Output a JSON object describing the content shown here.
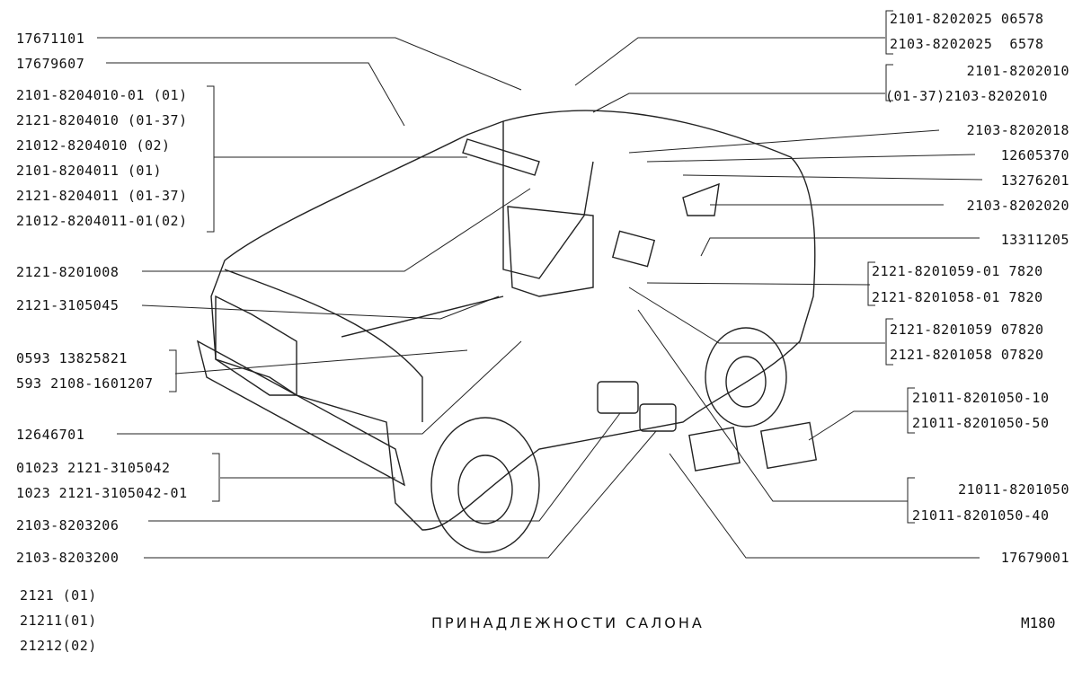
{
  "labels_left": [
    "17671101",
    "17679607",
    "2101-8204010-01 (01)",
    "2121-8204010 (01-37)",
    "21012-8204010 (02)",
    "2101-8204011 (01)",
    "2121-8204011 (01-37)",
    "21012-8204011-01(02)",
    "2121-8201008",
    "2121-3105045",
    "0593 13825821",
    "593 2108-1601207",
    "12646701",
    "01023 2121-3105042",
    "1023 2121-3105042-01",
    "2103-8203206",
    "2103-8203200"
  ],
  "labels_right": [
    "2101-8202025 06578",
    "2103-8202025  6578",
    "2101-8202010",
    "(01-37)2103-8202010",
    "2103-8202018",
    "12605370",
    "13276201",
    "2103-8202020",
    "13311205",
    "2121-8201059-01 7820",
    "2121-8201058-01 7820",
    "2121-8201059 07820",
    "2121-8201058 07820",
    "21011-8201050-10",
    "21011-8201050-50",
    "21011-8201050",
    "21011-8201050-40",
    "17679001"
  ],
  "models": [
    "2121 (01)",
    "21211(01)",
    "21212(02)"
  ],
  "title": "ПРИНАДЛЕЖНОСТИ САЛОНА",
  "page_code": "М180"
}
